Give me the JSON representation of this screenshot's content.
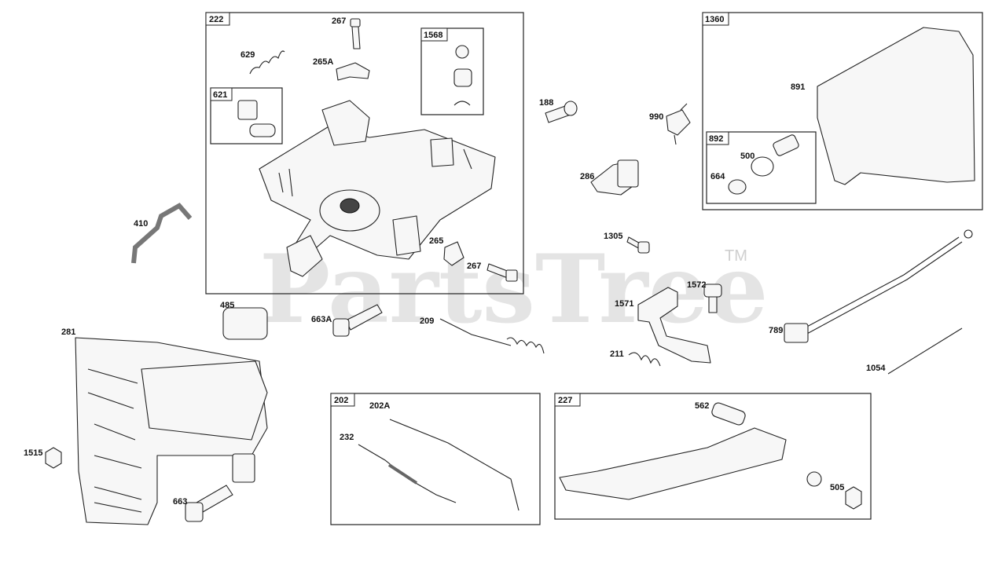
{
  "watermark": {
    "text": "PartsTree",
    "tm": "TM"
  },
  "groups": [
    {
      "id": "222"
    },
    {
      "id": "1568"
    },
    {
      "id": "621"
    },
    {
      "id": "1360"
    },
    {
      "id": "892"
    },
    {
      "id": "202"
    },
    {
      "id": "227"
    }
  ],
  "labels": {
    "p267a": "267",
    "p629": "629",
    "p265A": "265A",
    "p265": "265",
    "p267b": "267",
    "p188": "188",
    "p990": "990",
    "p891": "891",
    "p500": "500",
    "p664": "664",
    "p286": "286",
    "p410": "410",
    "p1305": "1305",
    "p1572": "1572",
    "p1571": "1571",
    "p485": "485",
    "p663A": "663A",
    "p209": "209",
    "p281": "281",
    "p211": "211",
    "p789": "789",
    "p1054": "1054",
    "p1515": "1515",
    "p663": "663",
    "p202A": "202A",
    "p232": "232",
    "p562": "562",
    "p505": "505"
  }
}
